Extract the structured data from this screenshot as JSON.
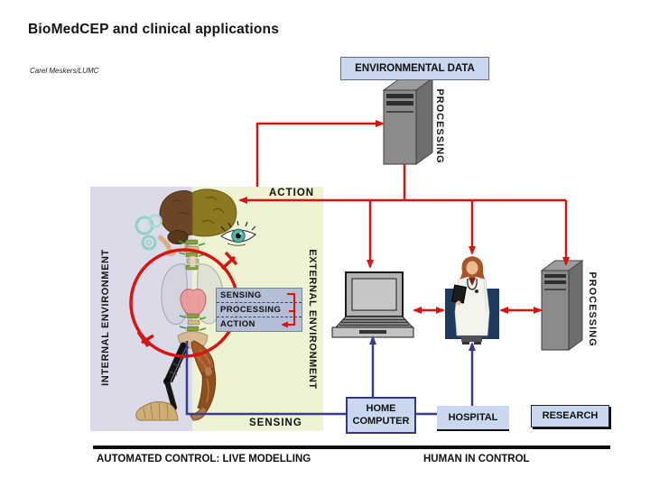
{
  "slide": {
    "title": "BioMedCEP and clinical applications",
    "author": "Carel Meskers/LUMC"
  },
  "labels": {
    "environmental_data": "ENVIRONMENTAL DATA",
    "processing_top": "PROCESSING",
    "processing_right": "PROCESSING",
    "action_flow": "ACTION",
    "internal_environment": "INTERNAL ENVIRONMENT",
    "external_environment": "EXTERNAL ENVIRONMENT",
    "body_loop": [
      "SENSING",
      "PROCESSING",
      "ACTION"
    ],
    "sensing_flow": "SENSING",
    "home_computer": "HOME COMPUTER",
    "hospital": "HOSPITAL",
    "research": "RESEARCH",
    "automated_control": "AUTOMATED CONTROL: LIVE MODELLING",
    "human_in_control": "HUMAN IN CONTROL"
  },
  "colors": {
    "flow_red": "#d81410",
    "flow_blue": "#3a3a8e",
    "label_box_bg": "#c9d8ee",
    "internal_panel": "#dadae8",
    "external_panel": "#eef3d4",
    "photo_backdrop": "#1e3a5f",
    "server_gray": "#8b8b8b",
    "divider_black": "#0d0d0d"
  }
}
